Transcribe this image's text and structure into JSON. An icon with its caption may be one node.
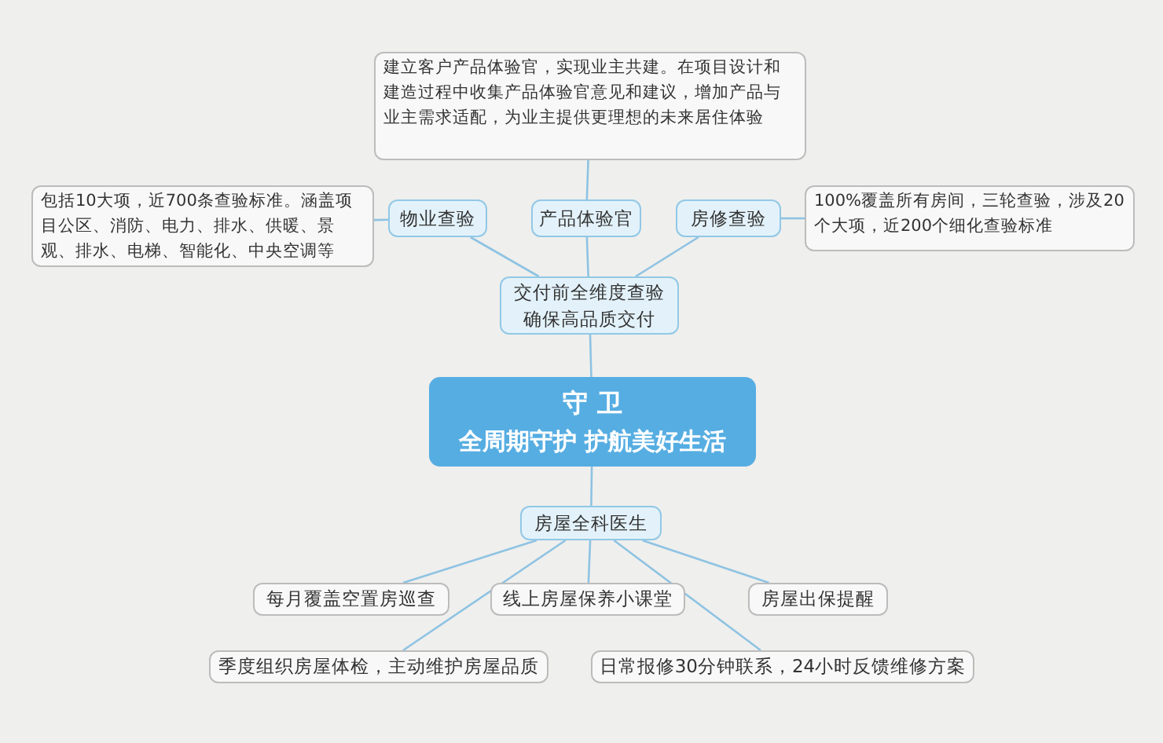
{
  "diagram": {
    "nodes": [
      {
        "text": [
          "守 卫",
          "全周期守护 护航美好生活"
        ]
      },
      {
        "text": [
          "交付前全维度查验确保高品质交付"
        ]
      },
      {
        "text": [
          "物业查验"
        ]
      },
      {
        "text": [
          "产品体验官"
        ]
      },
      {
        "text": [
          "房修查验"
        ]
      },
      {
        "text": [
          "建立客户产品体验官，实现业主共建。在项目设计和建造过程中收集产品体验官意见和建议，增加产品与业主需求适配，为业主提供更理想的未来居住体验"
        ]
      },
      {
        "text": [
          "包括10大项，近700条查验标准。涵盖项目公区、消防、电力、排水、供暖、景观、排水、电梯、智能化、中央空调等"
        ]
      },
      {
        "text": [
          "100%覆盖所有房间，三轮查验，涉及20个大项，近200个细化查验标准"
        ]
      },
      {
        "text": [
          "房屋全科医生"
        ]
      },
      {
        "text": [
          "每月覆盖空置房巡查"
        ]
      },
      {
        "text": [
          "线上房屋保养小课堂"
        ]
      },
      {
        "text": [
          "房屋出保提醒"
        ]
      },
      {
        "text": [
          "季度组织房屋体检，主动维护房屋品质"
        ]
      },
      {
        "text": [
          "日常报修30分钟联系，24小时反馈维修方案"
        ]
      }
    ],
    "edges": [
      {
        "from": 0,
        "to": 1,
        "arrow": "none"
      },
      {
        "from": 1,
        "to": 2,
        "arrow": "none"
      },
      {
        "from": 1,
        "to": 3,
        "arrow": "none"
      },
      {
        "from": 1,
        "to": 4,
        "arrow": "none"
      },
      {
        "from": 3,
        "to": 5,
        "arrow": "none"
      },
      {
        "from": 2,
        "to": 6,
        "arrow": "none"
      },
      {
        "from": 4,
        "to": 7,
        "arrow": "none"
      },
      {
        "from": 0,
        "to": 8,
        "arrow": "none"
      },
      {
        "from": 8,
        "to": 9,
        "arrow": "none"
      },
      {
        "from": 8,
        "to": 10,
        "arrow": "none"
      },
      {
        "from": 8,
        "to": 11,
        "arrow": "none"
      },
      {
        "from": 8,
        "to": 12,
        "arrow": "none"
      },
      {
        "from": 8,
        "to": 13,
        "arrow": "none"
      }
    ]
  }
}
